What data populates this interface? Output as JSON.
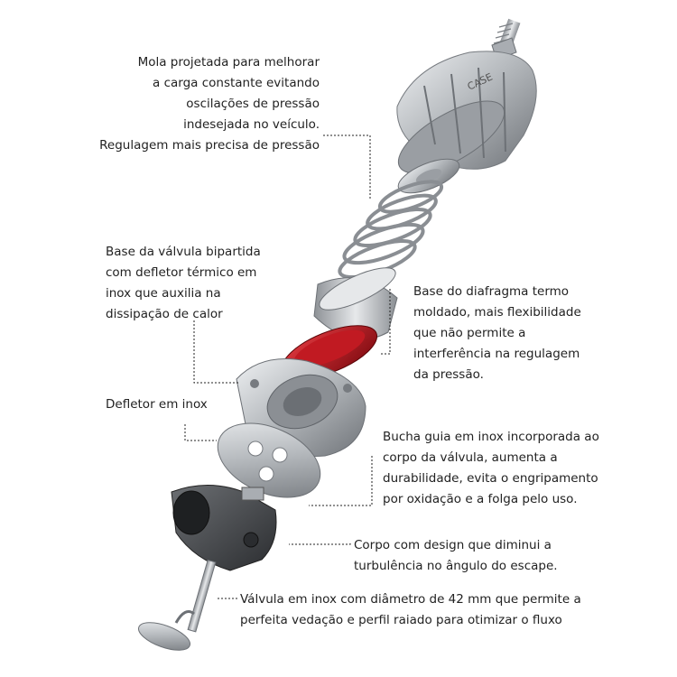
{
  "callouts": [
    {
      "id": "mola",
      "lines": [
        "Mola projetada para melhorar",
        "a carga constante evitando",
        "oscilações de pressão",
        "indesejada no veículo.",
        "Regulagem mais precisa de pressão"
      ]
    },
    {
      "id": "base-valvula",
      "lines": [
        "Base da válvula bipartida",
        "com defletor térmico em",
        "inox que auxilia na",
        "dissipação de calor"
      ]
    },
    {
      "id": "base-diafragma",
      "lines": [
        "Base do diafragma termo",
        "moldado, mais flexibilidade",
        "que não permite a",
        "interferência na regulagem",
        "da pressão."
      ]
    },
    {
      "id": "defletor",
      "lines": [
        "Defletor em inox"
      ]
    },
    {
      "id": "bucha",
      "lines": [
        "Bucha guia em inox incorporada ao",
        "corpo da válvula, aumenta a",
        "durabilidade, evita o engripamento",
        "por oxidação e a folga pelo uso."
      ]
    },
    {
      "id": "corpo",
      "lines": [
        "Corpo com design que diminui a",
        "turbulência no ângulo do escape."
      ]
    },
    {
      "id": "valvula",
      "lines": [
        "Válvula em inox com diâmetro de 42 mm  que permite a",
        "perfeita vedação e perfil raiado para otimizar o fluxo"
      ]
    }
  ],
  "parts": [
    {
      "name": "cap",
      "color": "#b5b8bc"
    },
    {
      "name": "spring-seat",
      "color": "#c9ccd0"
    },
    {
      "name": "spring",
      "color": "#9ea3a8"
    },
    {
      "name": "diaphragm-cup",
      "color": "#d2d5d8"
    },
    {
      "name": "diaphragm",
      "color": "#b0121c"
    },
    {
      "name": "valve-base-flange",
      "color": "#c4c7cb"
    },
    {
      "name": "deflector-plate",
      "color": "#a7abb0"
    },
    {
      "name": "valve-body",
      "color": "#4a4c4f"
    },
    {
      "name": "valve-poppet",
      "color": "#9a9ea3"
    }
  ]
}
